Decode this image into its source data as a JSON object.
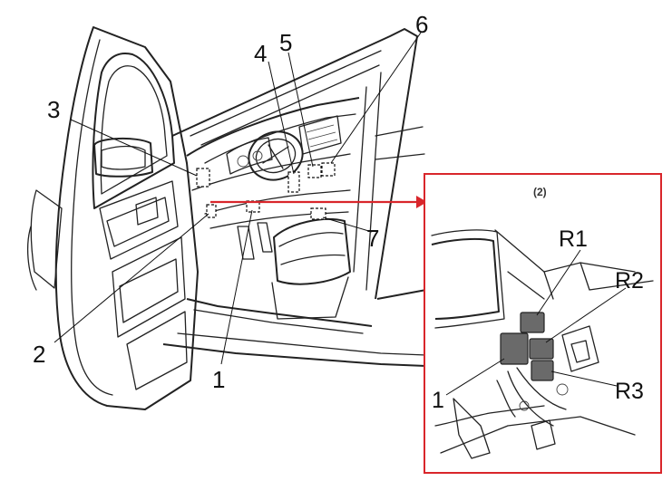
{
  "diagram": {
    "callouts": [
      "1",
      "2",
      "3",
      "4",
      "5",
      "6",
      "7"
    ],
    "inset": {
      "title": "(2)",
      "labels": [
        "R1",
        "R2",
        "R3",
        "1"
      ],
      "frame_color": "#d9262b",
      "arrow_color": "#d9262b"
    }
  }
}
